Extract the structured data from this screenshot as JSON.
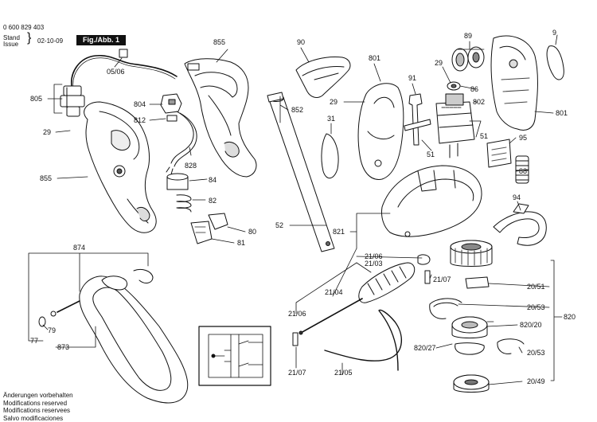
{
  "header": {
    "doc_number": "0 600 829 403",
    "stand_label": "Stand",
    "issue_label": "Issue",
    "date": "02-10-09",
    "figure_label": "Fig./Abb. 1"
  },
  "notes": [
    "Änderungen vorbehalten",
    "Modifications reserved",
    "Modifications reservees",
    "Salvo modificaciones"
  ],
  "callouts": {
    "c05_06": "05/06",
    "c805": "805",
    "c29a": "29",
    "c855a": "855",
    "c855b": "855",
    "c804": "804",
    "c812": "812",
    "c828": "828",
    "c84": "84",
    "c82": "82",
    "c80": "80",
    "c81": "81",
    "c52": "52",
    "c852": "852",
    "c90": "90",
    "c801a": "801",
    "c801b": "801",
    "c29b": "29",
    "c31": "31",
    "c91": "91",
    "c51a": "51",
    "c51b": "51",
    "c89": "89",
    "c29c": "29",
    "c86": "86",
    "c802": "802",
    "c9": "9",
    "c95": "95",
    "c88": "88",
    "c94": "94",
    "c821": "821",
    "c21_06a": "21/06",
    "c21_03": "21/03",
    "c21_07a": "21/07",
    "c21_04": "21/04",
    "c21_06b": "21/06",
    "c21_07b": "21/07",
    "c21_05": "21/05",
    "c20_51": "20/51",
    "c20_53a": "20/53",
    "c820_20": "820/20",
    "c820": "820",
    "c820_27": "820/27",
    "c20_53b": "20/53",
    "c20_49": "20/49",
    "c874": "874",
    "c79": "79",
    "c77": "77",
    "c873": "873"
  }
}
